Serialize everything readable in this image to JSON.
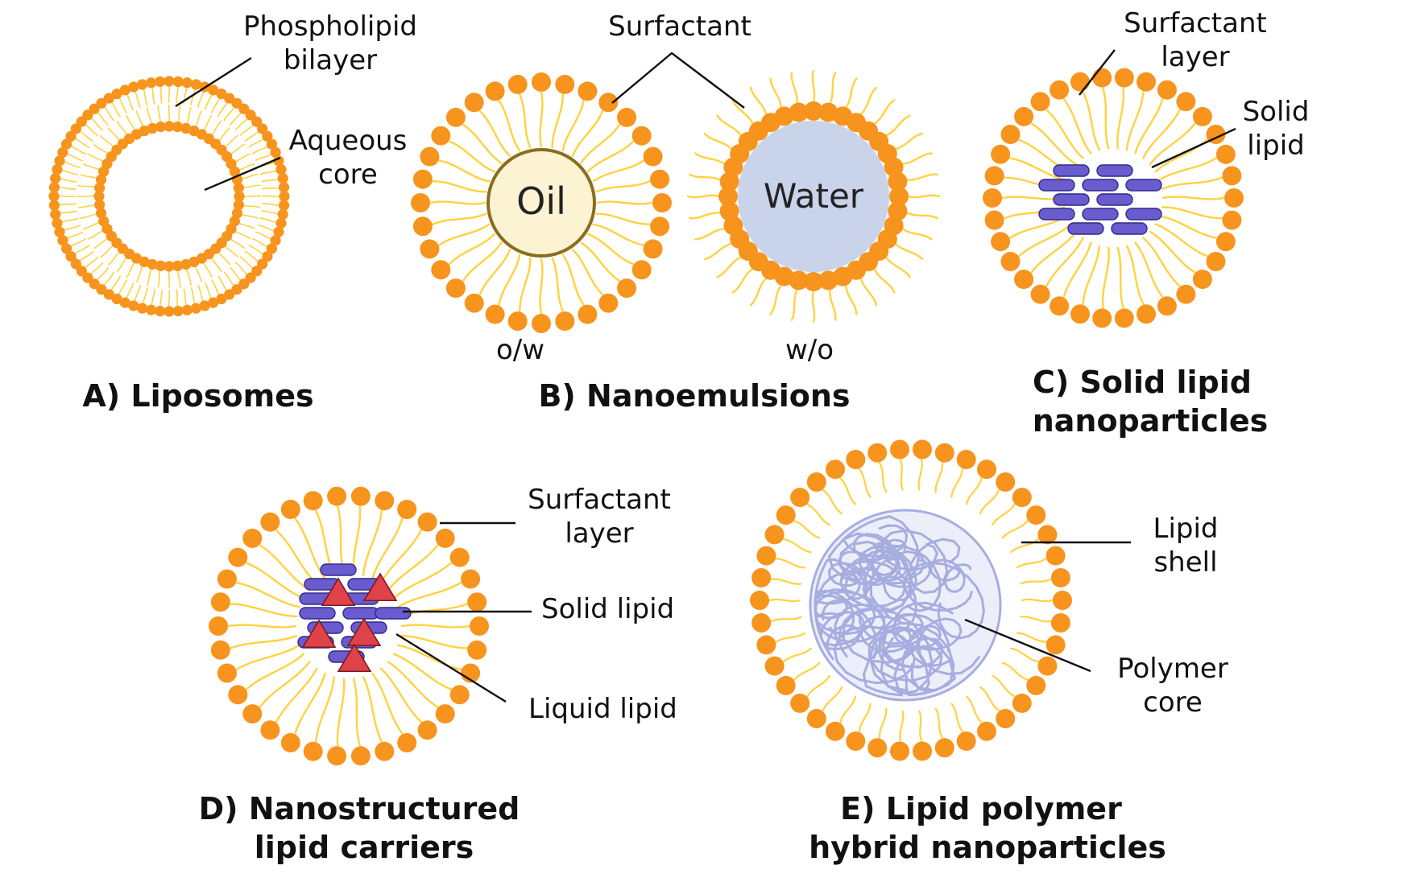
{
  "colors": {
    "head": "#f7941d",
    "tail": "#ffd23f",
    "oil_fill": "#fbf3d2",
    "oil_stroke": "#8a6d1e",
    "water_fill": "#c9d3ea",
    "lipid_block": "#6a5ccf",
    "lipid_block_edge": "#2f2a8a",
    "liquid_lipid": "#e0424a",
    "polymer": "#a7addf"
  },
  "panels": {
    "a": {
      "title": "A) Liposomes",
      "labels": {
        "bilayer": [
          "Phospholipid",
          "bilayer"
        ],
        "core": [
          "Aqueous",
          "core"
        ]
      }
    },
    "b": {
      "title": "B) Nanoemulsions",
      "surfactant_label": "Surfactant",
      "ow": {
        "core_text": "Oil",
        "caption": "o/w"
      },
      "wo": {
        "core_text": "Water",
        "caption": "w/o"
      }
    },
    "c": {
      "title": [
        "C) Solid lipid",
        "nanoparticles"
      ],
      "labels": {
        "surfactant": [
          "Surfactant",
          "layer"
        ],
        "solid": [
          "Solid",
          "lipid"
        ]
      }
    },
    "d": {
      "title": [
        "D) Nanostructured",
        "lipid carriers"
      ],
      "labels": {
        "surfactant": [
          "Surfactant",
          "layer"
        ],
        "solid": "Solid lipid",
        "liquid": "Liquid lipid"
      }
    },
    "e": {
      "title": [
        "E) Lipid polymer",
        "hybrid nanoparticles"
      ],
      "labels": {
        "shell": [
          "Lipid",
          "shell"
        ],
        "core": [
          "Polymer",
          "core"
        ]
      }
    }
  }
}
